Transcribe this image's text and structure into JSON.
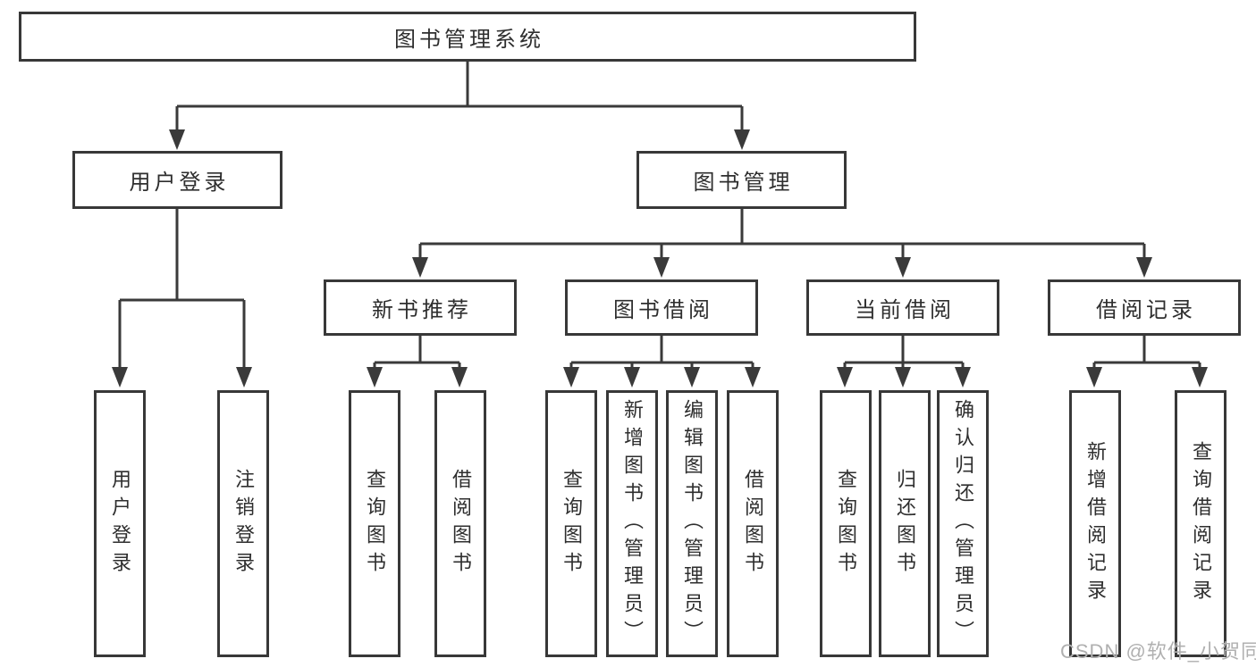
{
  "diagram": {
    "root_label": "图书管理系统",
    "level2": {
      "user_login": "用户登录",
      "book_mgmt": "图书管理"
    },
    "user_login_children": [
      "用户登录",
      "注销登录"
    ],
    "groups": [
      {
        "label": "新书推荐",
        "children": [
          "查询图书",
          "借阅图书"
        ]
      },
      {
        "label": "图书借阅",
        "children": [
          "查询图书",
          "新增图书（管理员）",
          "编辑图书（管理员）",
          "借阅图书"
        ]
      },
      {
        "label": "当前借阅",
        "children": [
          "查询图书",
          "归还图书",
          "确认归还（管理员）"
        ]
      },
      {
        "label": "借阅记录",
        "children": [
          "新增借阅记录",
          "查询借阅记录"
        ]
      }
    ],
    "watermark": "CSDN @软件_小贺同学",
    "colors": {
      "line": "#3a3a3a",
      "box_border": "#383838",
      "text": "#2e2e2e",
      "watermark": "#b0b0b0",
      "background": "#ffffff"
    }
  }
}
